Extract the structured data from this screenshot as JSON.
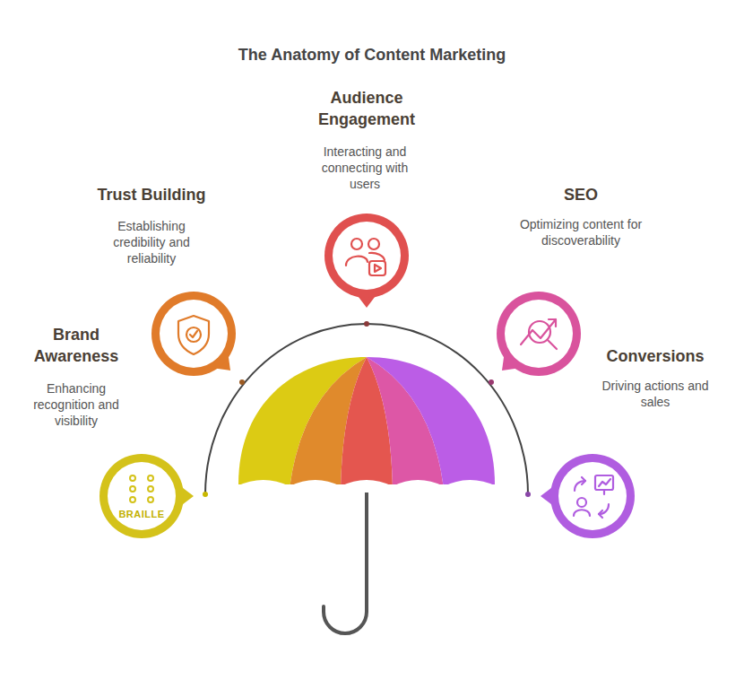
{
  "diagram": {
    "title": "The Anatomy of Content Marketing",
    "nodes": [
      {
        "text": [
          "Brand Awareness",
          "Enhancing recognition and visibility"
        ]
      },
      {
        "text": [
          "Trust Building",
          "Establishing credibility and reliability"
        ]
      },
      {
        "text": [
          "Audience Engagement",
          "Interacting and connecting with users"
        ]
      },
      {
        "text": [
          "SEO",
          "Optimizing content for discoverability"
        ]
      },
      {
        "text": [
          "Conversions",
          "Driving actions and sales"
        ]
      }
    ],
    "labels": [
      "BRAILLE"
    ]
  }
}
